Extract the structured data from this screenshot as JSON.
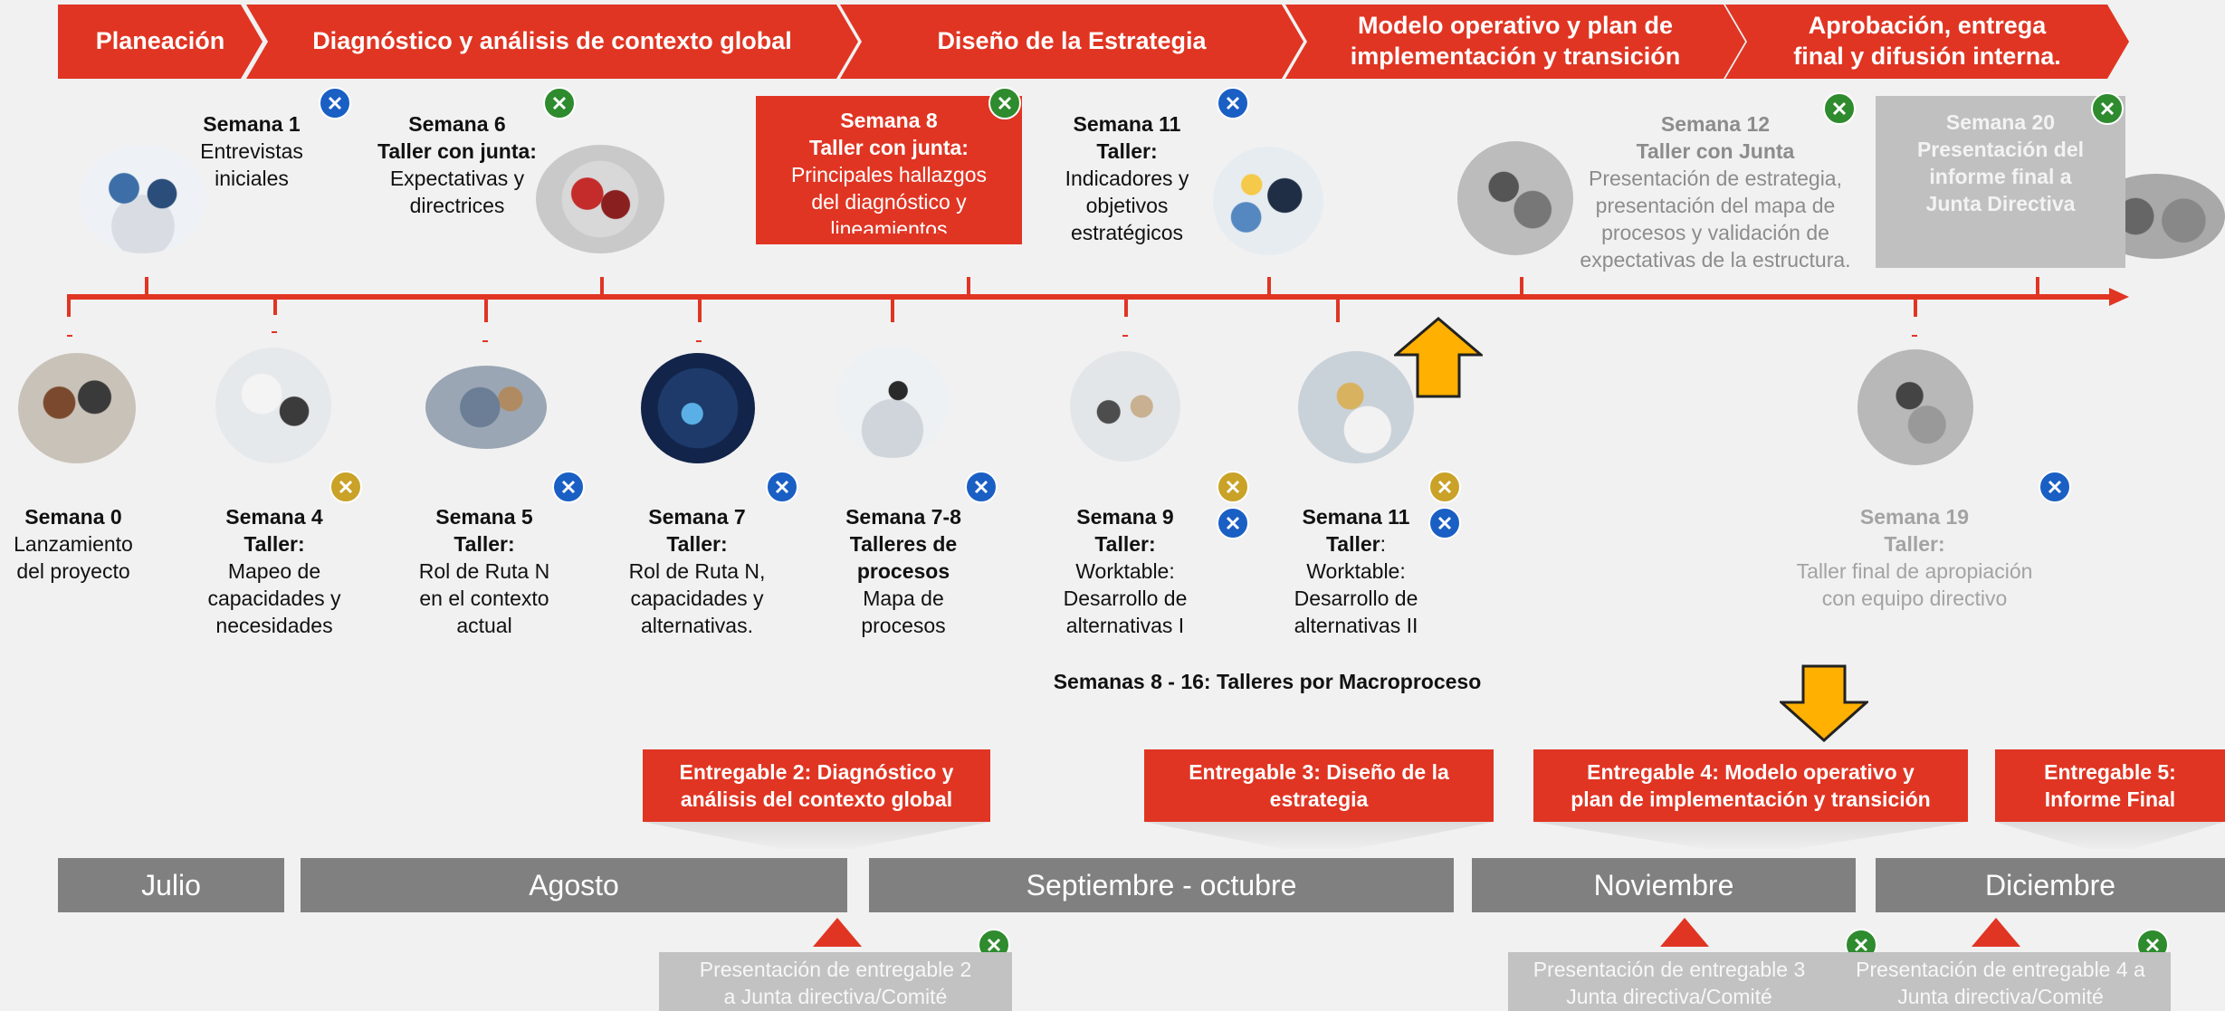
{
  "phases": [
    {
      "id": "planeacion",
      "lines": [
        "Planeación"
      ]
    },
    {
      "id": "diagnostico",
      "lines": [
        "Diagnóstico y análisis de contexto global"
      ]
    },
    {
      "id": "diseno",
      "lines": [
        "Diseño de la Estrategia"
      ]
    },
    {
      "id": "modelo",
      "lines": [
        "Modelo operativo y plan de",
        "implementación y transición"
      ]
    },
    {
      "id": "aprobacion",
      "lines": [
        "Aprobación, entrega",
        "final y difusión interna."
      ]
    }
  ],
  "upper_events": {
    "s1": {
      "week": "Semana 1",
      "lines": [
        "Entrevistas",
        "iniciales"
      ]
    },
    "s6": {
      "week": "Semana 6",
      "sub": "Taller con junta:",
      "lines": [
        "Expectativas  y",
        "directrices"
      ]
    },
    "s8": {
      "week": "Semana 8",
      "sub": "Taller con junta:",
      "lines": [
        "Principales hallazgos",
        "del diagnóstico y",
        "lineamientos"
      ]
    },
    "s11": {
      "week": "Semana 11",
      "sub": "Taller:",
      "lines": [
        "Indicadores y",
        "objetivos",
        "estratégicos"
      ]
    },
    "s12": {
      "week": "Semana 12",
      "sub": "Taller con Junta",
      "lines": [
        "Presentación de estrategia,",
        "presentación del mapa de",
        "procesos y validación de",
        "expectativas  de la estructura."
      ]
    },
    "s20": {
      "week": "Semana 20",
      "lines": [
        "Presentación del",
        "informe final a",
        "Junta Directiva"
      ]
    }
  },
  "lower_events": {
    "s0": {
      "week": "Semana 0",
      "lines": [
        "Lanzamiento",
        "del proyecto"
      ]
    },
    "s4": {
      "week": "Semana 4",
      "sub": "Taller:",
      "lines": [
        "Mapeo de",
        "capacidades y",
        "necesidades"
      ]
    },
    "s5": {
      "week": "Semana 5",
      "sub": "Taller:",
      "lines": [
        "Rol de Ruta N",
        "en el contexto",
        "actual"
      ]
    },
    "s7": {
      "week": "Semana 7",
      "sub": "Taller:",
      "lines": [
        "Rol de Ruta N,",
        "capacidades y",
        "alternativas."
      ]
    },
    "s78": {
      "week": "Semana 7-8",
      "sub": "Talleres de",
      "sub2": "procesos",
      "lines": [
        "Mapa de",
        "procesos"
      ]
    },
    "s9": {
      "week": "Semana 9",
      "sub": "Taller:",
      "lines": [
        "Worktable:",
        "Desarrollo de",
        "alternativas  I"
      ]
    },
    "s11b": {
      "week": "Semana 11",
      "sub": "Taller",
      "sub_suffix": ":",
      "lines": [
        "Worktable:",
        "Desarrollo de",
        "alternativas  II"
      ]
    },
    "s19": {
      "week": "Semana 19",
      "sub": "Taller:",
      "lines": [
        "Taller final de apropiación",
        "con equipo directivo"
      ]
    }
  },
  "macro_title": "Semanas 8 - 16: Talleres por Macroproceso",
  "deliverables": [
    {
      "id": "e2",
      "lines": [
        "Entregable  2: Diagnóstico  y",
        "análisis  del contexto  global"
      ]
    },
    {
      "id": "e3",
      "lines": [
        "Entregable  3: Diseño de la",
        "estrategia"
      ]
    },
    {
      "id": "e4",
      "lines": [
        "Entregable  4: Modelo operativo  y",
        "plan de implementación  y transición"
      ]
    },
    {
      "id": "e5",
      "lines": [
        "Entregable  5:",
        "Informe Final"
      ]
    }
  ],
  "months": [
    "Julio",
    "Agosto",
    "Septiembre - octubre",
    "Noviembre",
    "Diciembre"
  ],
  "presentations": [
    {
      "id": "p2",
      "lines": [
        "Presentación de entregable 2",
        "a Junta  directiva/Comité"
      ]
    },
    {
      "id": "p3",
      "lines": [
        "Presentación de entregable 3",
        "Junta  directiva/Comité"
      ]
    },
    {
      "id": "p4",
      "lines": [
        "Presentación de entregable 4 a",
        "Junta  directiva/Comité"
      ]
    }
  ],
  "colors": {
    "red": "#e03523",
    "blue": "#1a5fc4",
    "green": "#2e8b2e",
    "gold": "#c9a227",
    "arrow": "#ffb000",
    "month_gray": "#808080"
  },
  "badge_icons": [
    "x-circle-icon"
  ]
}
